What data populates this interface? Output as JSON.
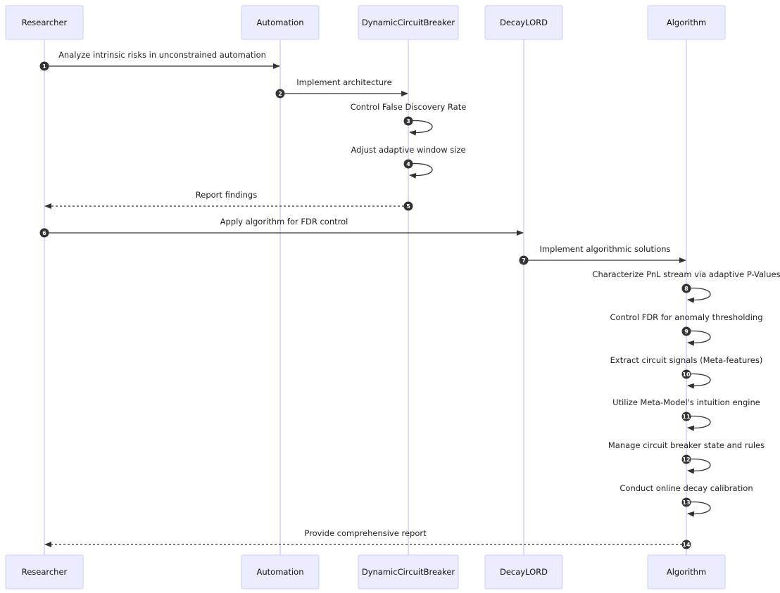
{
  "participants": [
    {
      "id": "researcher",
      "label": "Researcher"
    },
    {
      "id": "automation",
      "label": "Automation"
    },
    {
      "id": "circuit",
      "label": "DynamicCircuitBreaker"
    },
    {
      "id": "decay",
      "label": "DecayLORD"
    },
    {
      "id": "algorithm",
      "label": "Algorithm"
    }
  ],
  "messages": [
    {
      "num": "1",
      "from": "researcher",
      "to": "automation",
      "label": "Analyze intrinsic risks in unconstrained automation",
      "style": "solid"
    },
    {
      "num": "2",
      "from": "automation",
      "to": "circuit",
      "label": "Implement architecture",
      "style": "solid"
    },
    {
      "num": "3",
      "from": "circuit",
      "to": "circuit",
      "label": "Control False Discovery Rate",
      "style": "solid"
    },
    {
      "num": "4",
      "from": "circuit",
      "to": "circuit",
      "label": "Adjust adaptive window size",
      "style": "solid"
    },
    {
      "num": "5",
      "from": "circuit",
      "to": "researcher",
      "label": "Report findings",
      "style": "dashed"
    },
    {
      "num": "6",
      "from": "researcher",
      "to": "decay",
      "label": "Apply algorithm for FDR control",
      "style": "solid"
    },
    {
      "num": "7",
      "from": "decay",
      "to": "algorithm",
      "label": "Implement algorithmic solutions",
      "style": "solid"
    },
    {
      "num": "8",
      "from": "algorithm",
      "to": "algorithm",
      "label": "Characterize PnL stream via adaptive P-Values",
      "style": "solid"
    },
    {
      "num": "9",
      "from": "algorithm",
      "to": "algorithm",
      "label": "Control FDR for anomaly thresholding",
      "style": "solid"
    },
    {
      "num": "10",
      "from": "algorithm",
      "to": "algorithm",
      "label": "Extract circuit signals (Meta-features)",
      "style": "solid"
    },
    {
      "num": "11",
      "from": "algorithm",
      "to": "algorithm",
      "label": "Utilize Meta-Model's intuition engine",
      "style": "solid"
    },
    {
      "num": "12",
      "from": "algorithm",
      "to": "algorithm",
      "label": "Manage circuit breaker state and rules",
      "style": "solid"
    },
    {
      "num": "13",
      "from": "algorithm",
      "to": "algorithm",
      "label": "Conduct online decay calibration",
      "style": "solid"
    },
    {
      "num": "14",
      "from": "algorithm",
      "to": "researcher",
      "label": "Provide comprehensive report",
      "style": "dashed"
    }
  ]
}
